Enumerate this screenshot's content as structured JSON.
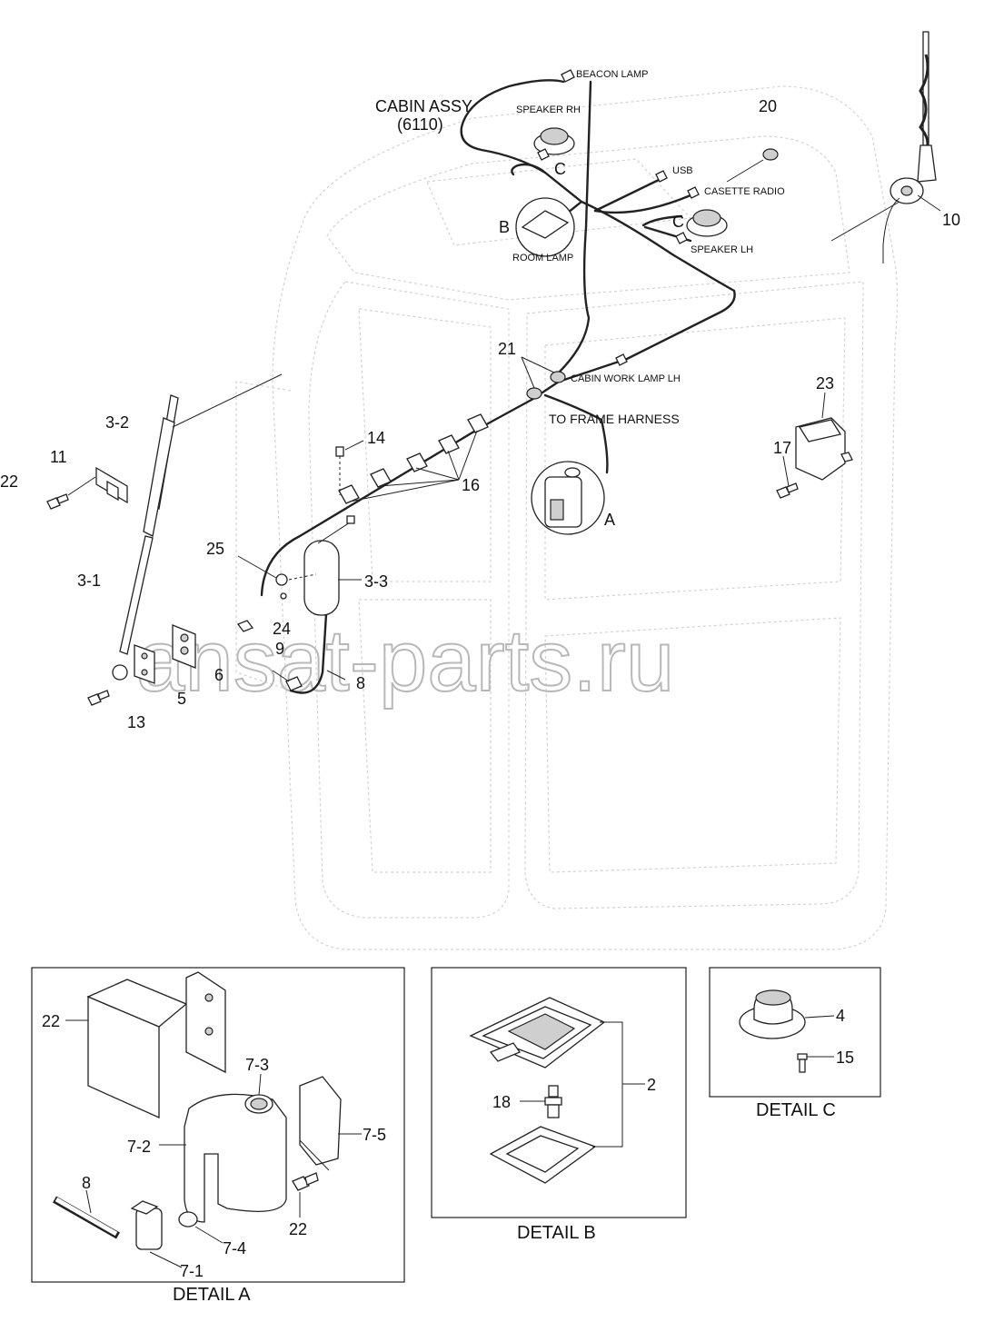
{
  "watermark": "ansat-parts.ru",
  "cabin": {
    "title": "CABIN ASSY",
    "code": "(6110)"
  },
  "connectors": {
    "beacon_lamp": "BEACON LAMP",
    "speaker_rh": "SPEAKER RH",
    "usb": "USB",
    "casette_radio": "CASETTE RADIO",
    "speaker_lh": "SPEAKER LH",
    "room_lamp": "ROOM LAMP",
    "cabin_work_lamp_lh": "CABIN WORK LAMP LH",
    "to_frame_harness": "TO FRAME HARNESS"
  },
  "detail_refs": {
    "a": "A",
    "b": "B",
    "c1": "C",
    "c2": "C"
  },
  "callouts": {
    "p20": "20",
    "p10": "10",
    "p21": "21",
    "p23": "23",
    "p14": "14",
    "p16": "16",
    "p17": "17",
    "p3_2": "3-2",
    "p11": "11",
    "p22": "22",
    "p25": "25",
    "p3_3": "3-3",
    "p3_1": "3-1",
    "p24": "24",
    "p9": "9",
    "p6": "6",
    "p8": "8",
    "p5": "5",
    "p13": "13"
  },
  "detail_a": {
    "caption": "DETAIL A",
    "p22a": "22",
    "p7_3": "7-3",
    "p7_2": "7-2",
    "p7_5": "7-5",
    "p8": "8",
    "p22b": "22",
    "p7_4": "7-4",
    "p7_1": "7-1"
  },
  "detail_b": {
    "caption": "DETAIL B",
    "p2": "2",
    "p18": "18"
  },
  "detail_c": {
    "caption": "DETAIL C",
    "p4": "4",
    "p15": "15"
  }
}
